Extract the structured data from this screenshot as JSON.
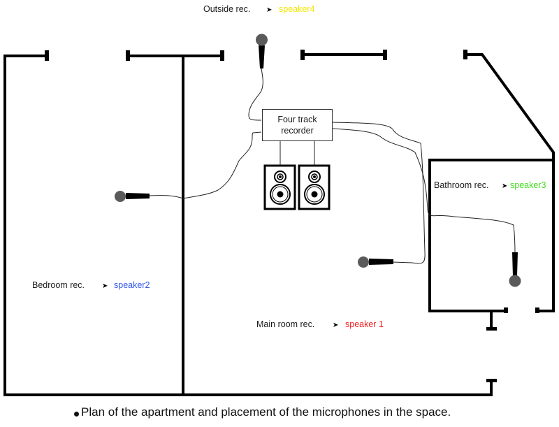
{
  "diagram": {
    "title": "Apartment plan with microphone placement",
    "caption": "Plan of the apartment and placement of the microphones in the space.",
    "recorder": {
      "line1": "Four track",
      "line2": "recorder"
    },
    "recordings": [
      {
        "room": "Outside rec.",
        "speaker": "speaker4",
        "color": "#f2e600"
      },
      {
        "room": "Bedroom rec.",
        "speaker": "speaker2",
        "color": "#3355ee"
      },
      {
        "room": "Main room rec.",
        "speaker": "speaker 1",
        "color": "#ee2222"
      },
      {
        "room": "Bathroom rec.",
        "speaker": "speaker3",
        "color": "#44dd22"
      }
    ],
    "arrow_glyph": "➤",
    "microphones": [
      "outside-microphone",
      "bedroom-microphone",
      "main-room-microphone",
      "bathroom-microphone"
    ],
    "speakers": [
      "speaker-left",
      "speaker-right"
    ]
  }
}
